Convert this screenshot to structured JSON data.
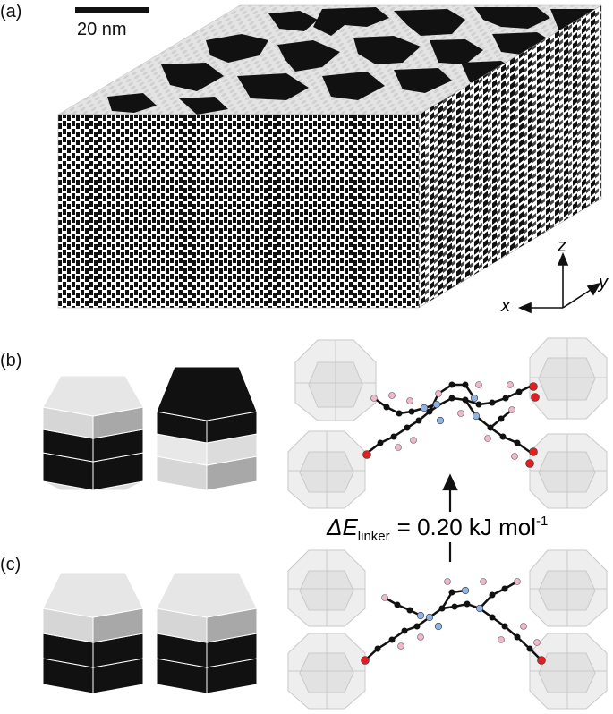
{
  "panels": {
    "a": {
      "label": "(a)",
      "scale_bar": "20 nm",
      "axes": {
        "z": "z",
        "y": "y",
        "x": "x"
      }
    },
    "b": {
      "label": "(b)"
    },
    "c": {
      "label": "(c)"
    },
    "energy": {
      "prefix": "ΔE",
      "subscript": "linker",
      "value": "= 0.20 kJ mol",
      "superscript": "-1"
    }
  },
  "colors": {
    "dark": "#111111",
    "light": "#e4e4e4",
    "mid": "#c9c9c9",
    "shade": "#a8a8a8",
    "atom_blue": "#8fb4e3",
    "atom_pink": "#f0b8c8",
    "atom_red": "#e02020",
    "cage": "#d8d8d8"
  }
}
